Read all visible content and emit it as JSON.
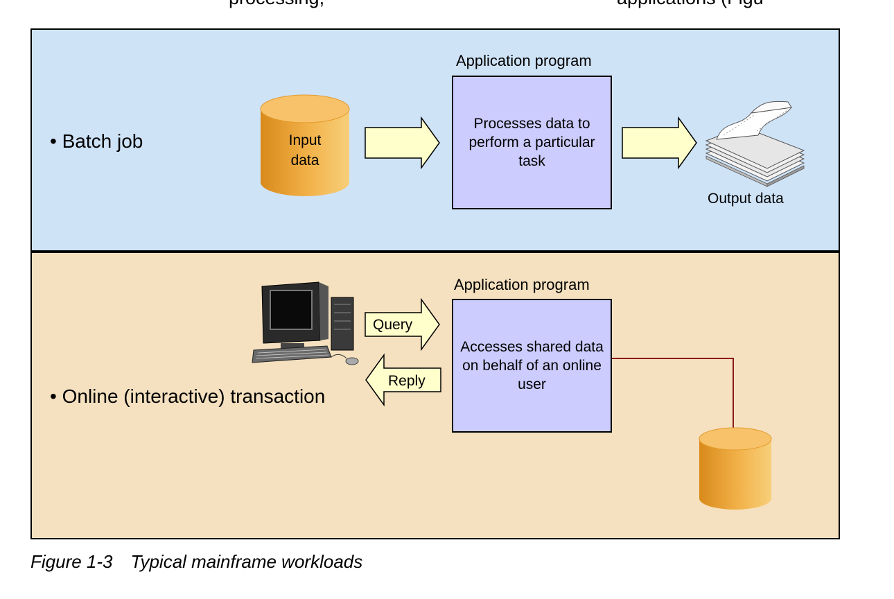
{
  "cutoff_text": {
    "left": "processing, ",
    "right": "applications (Figu"
  },
  "batch": {
    "bullet": "Batch job",
    "input_label_1": "Input",
    "input_label_2": "data",
    "app_title": "Application program",
    "program_text": "Processes data to perform a particular task",
    "output_label": "Output data"
  },
  "online": {
    "bullet": "Online (interactive) transaction",
    "query_label": "Query",
    "reply_label": "Reply",
    "app_title": "Application program",
    "program_text": "Accesses shared data on behalf of an online user"
  },
  "caption": {
    "number": "Figure 1-3",
    "title": "Typical mainframe workloads"
  },
  "colors": {
    "batch_bg": "#cfe3f7",
    "online_bg": "#f5e1bf",
    "program_box": "#ccccff",
    "arrow_fill": "#ffffcc",
    "cylinder": "#f0a838",
    "connector": "#8b1a1a"
  }
}
